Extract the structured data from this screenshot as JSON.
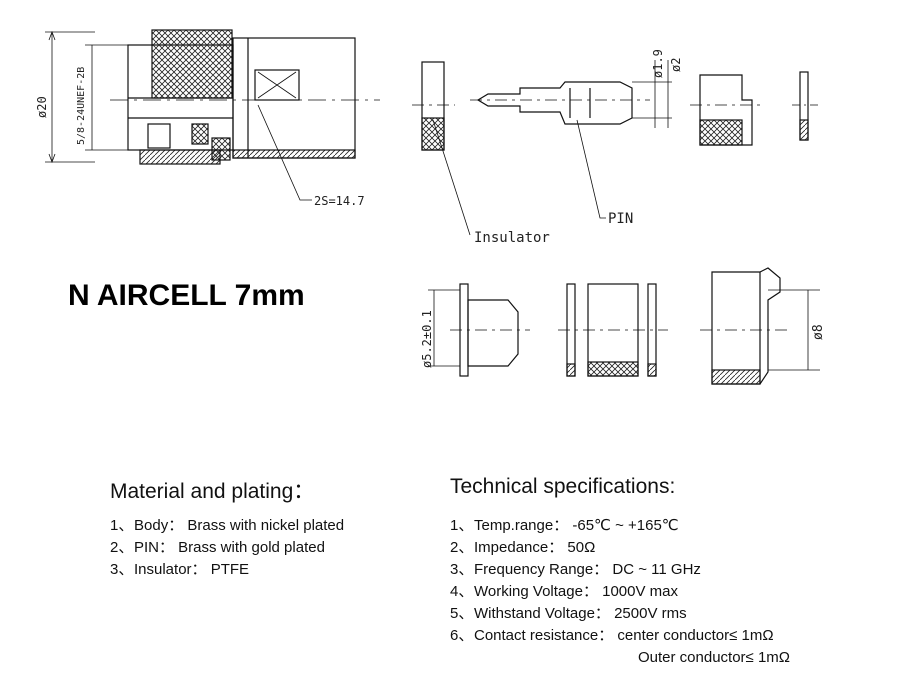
{
  "title": "N AIRCELL 7mm",
  "annotations": {
    "dia20": "ø20",
    "thread": "5/8-24UNEF-2B",
    "wrench": "2S=14.7",
    "pin_d1": "ø1.9",
    "pin_d2": "ø2",
    "insulator": "Insulator",
    "pin": "PIN",
    "dia52": "ø5.2±0.1",
    "dia8": "ø8"
  },
  "materials": {
    "heading": "Material and plating：",
    "items": [
      {
        "num": "1、",
        "text": "Body： Brass with nickel plated"
      },
      {
        "num": "2、",
        "text": "PIN：  Brass with gold plated"
      },
      {
        "num": "3、",
        "text": "Insulator： PTFE"
      }
    ]
  },
  "specs": {
    "heading": "Technical specifications:",
    "items": [
      {
        "num": "1、",
        "text": "Temp.range： -65℃ ~ +165℃"
      },
      {
        "num": "2、",
        "text": "Impedance： 50Ω"
      },
      {
        "num": "3、",
        "text": "Frequency Range： DC ~ 11 GHz"
      },
      {
        "num": "4、",
        "text": "Working Voltage： 1000V max"
      },
      {
        "num": "5、",
        "text": "Withstand Voltage： 2500V rms"
      },
      {
        "num": "6、",
        "text": "Contact resistance： center conductor≤ 1mΩ"
      }
    ],
    "continuation": "Outer conductor≤ 1mΩ"
  }
}
